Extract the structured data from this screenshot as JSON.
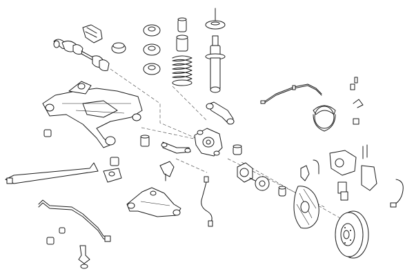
{
  "diagram": {
    "background": "#ffffff",
    "line_color": "#1a1a1a",
    "parts": [
      {
        "name": "drive-shaft"
      },
      {
        "name": "cv-boot"
      },
      {
        "name": "rear-subframe"
      },
      {
        "name": "spring-seat-stack"
      },
      {
        "name": "coil-spring"
      },
      {
        "name": "shock-absorber"
      },
      {
        "name": "upper-control-arm"
      },
      {
        "name": "wheel-carrier"
      },
      {
        "name": "wheel-hub"
      },
      {
        "name": "brake-disc"
      },
      {
        "name": "brake-dust-shield"
      },
      {
        "name": "brake-caliper"
      },
      {
        "name": "brake-shoes"
      },
      {
        "name": "handbrake-cable"
      },
      {
        "name": "stabilizer-bar"
      },
      {
        "name": "abs-sensor"
      },
      {
        "name": "lower-control-arm"
      }
    ]
  }
}
